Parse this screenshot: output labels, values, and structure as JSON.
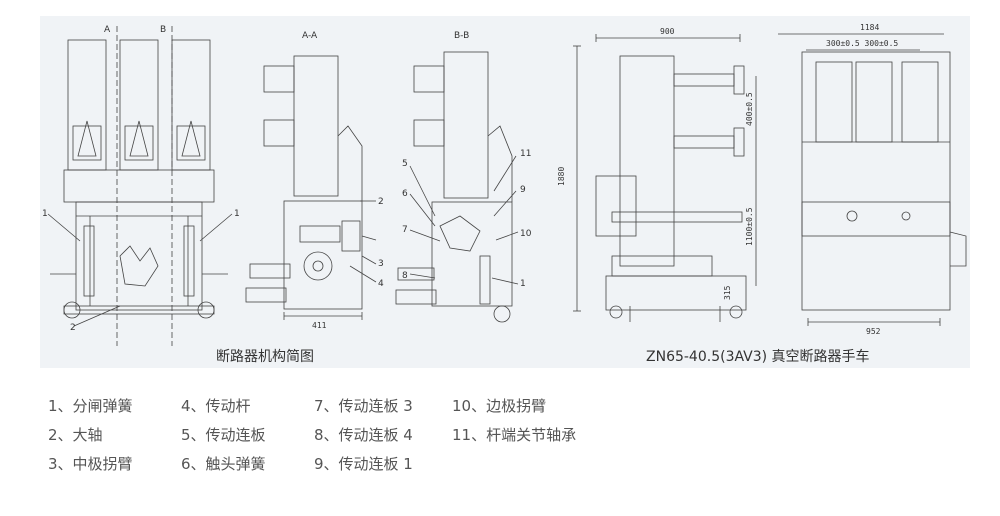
{
  "captions": {
    "left": "断路器机构简图",
    "right": "ZN65-40.5(3AV3) 真空断路器手车"
  },
  "views": {
    "front": {
      "section_a": "A",
      "section_b": "B"
    },
    "aa": {
      "title": "A-A"
    },
    "bb": {
      "title": "B-B"
    }
  },
  "labels_front": [
    "1",
    "1",
    "2"
  ],
  "labels_aa": [
    "2",
    "3",
    "4"
  ],
  "labels_bb": [
    "5",
    "6",
    "7",
    "8",
    "11",
    "9",
    "10",
    "1"
  ],
  "dims": {
    "front_width": "411",
    "right_top": "900",
    "right_height": "1880",
    "right_mid1": "400±0.5",
    "right_mid2": "1100±0.5",
    "right_low": "315",
    "right2_top": "1184",
    "right2_sub": "300±0.5 300±0.5",
    "right2_bottom": "952"
  },
  "legend": [
    [
      "1、分闸弹簧",
      "2、大轴",
      "3、中极拐臂"
    ],
    [
      "4、传动杆",
      "5、传动连板",
      "6、触头弹簧"
    ],
    [
      "7、传动连板 3",
      "8、传动连板 4",
      "9、传动连板 1"
    ],
    [
      "10、边极拐臂",
      "11、杆端关节轴承"
    ]
  ]
}
